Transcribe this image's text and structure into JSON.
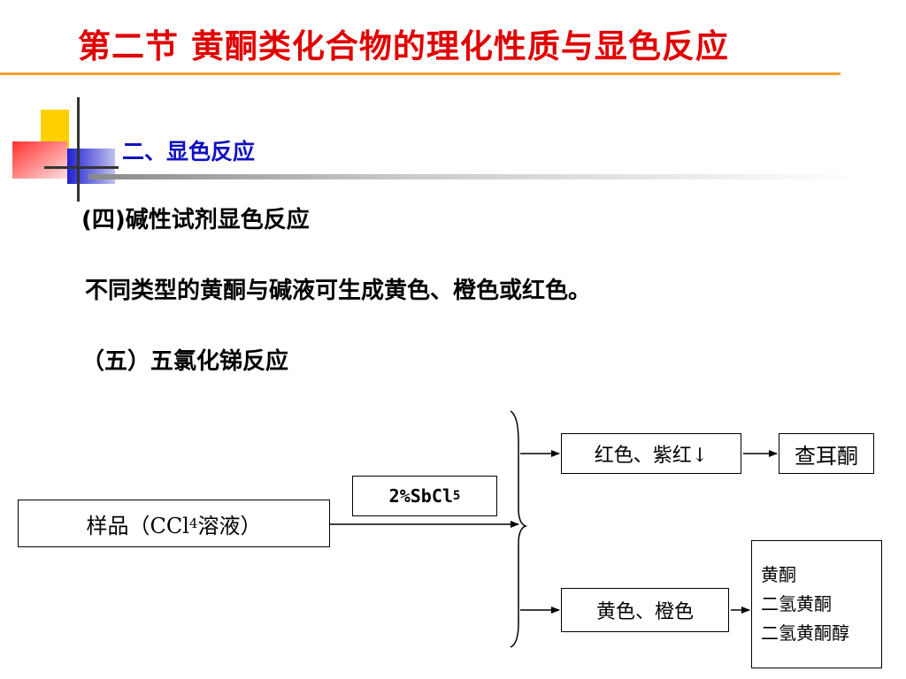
{
  "title": "第二节  黄酮类化合物的理化性质与显色反应",
  "section_heading": "二、显色反应",
  "item4": "(四)碱性试剂显色反应",
  "description": "不同类型的黄酮与碱液可生成黄色、橙色或红色。",
  "item5": "（五）五氯化锑反应",
  "diagram": {
    "sample": {
      "text": "样品（CCl",
      "sub": "4",
      "tail": "溶液）"
    },
    "reagent": {
      "text": "2%SbCl",
      "sub": "5"
    },
    "red_result": "红色、紫红↓",
    "red_compound": "查耳酮",
    "yellow_result": "黄色、橙色",
    "yellow_compounds": [
      "黄酮",
      "二氢黄酮",
      "二氢黄酮醇"
    ]
  },
  "colors": {
    "title": "#e00000",
    "heading": "#1010c0",
    "title_rule": "#f0a030"
  }
}
